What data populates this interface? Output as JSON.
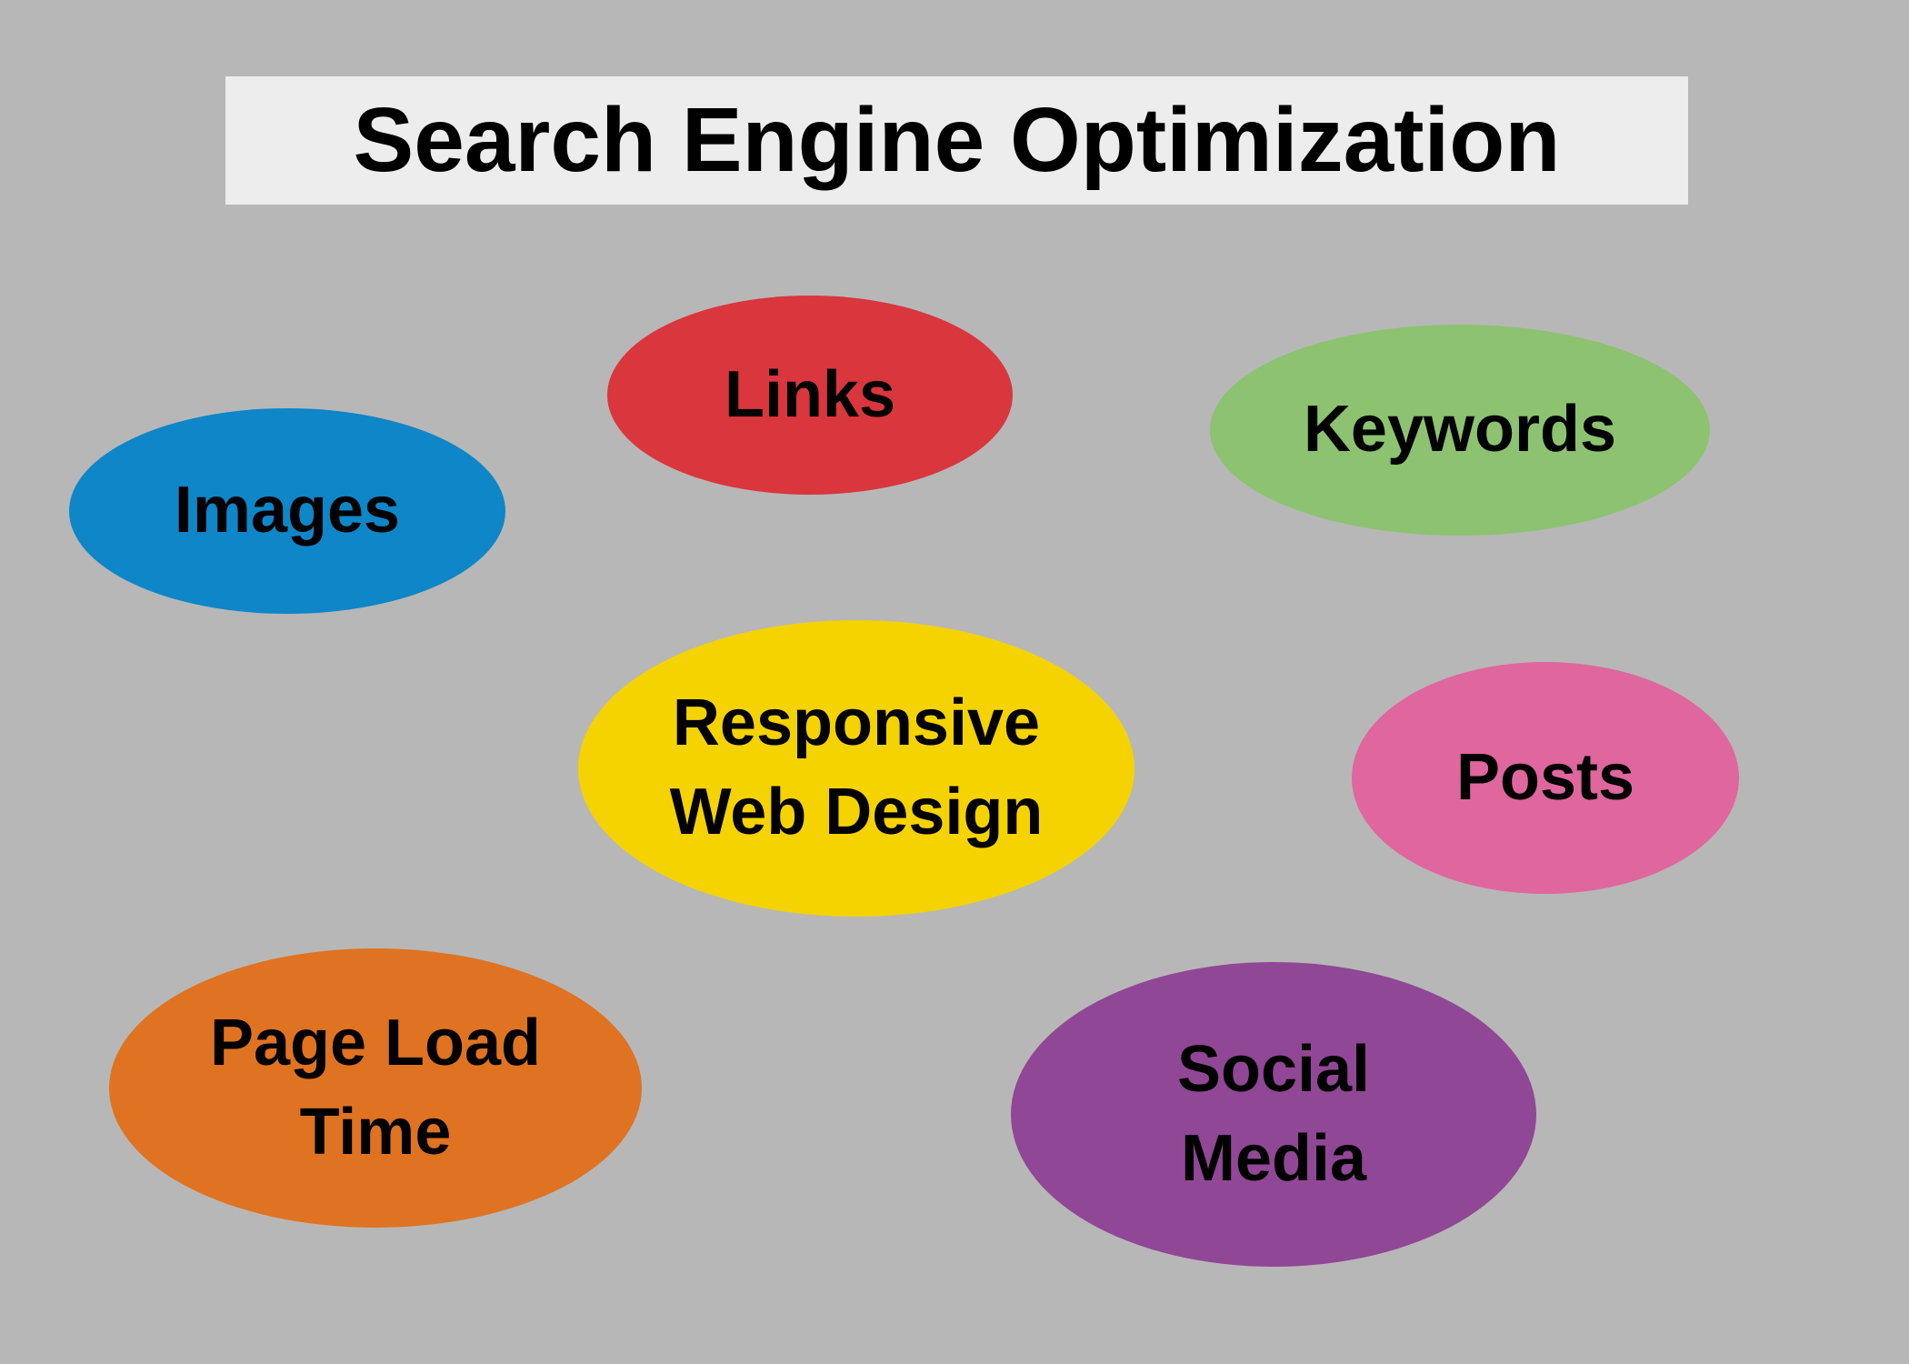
{
  "title": "Search Engine Optimization",
  "colors": {
    "background": "#B7B7B7",
    "title_bar": "#EDEDED",
    "text": "#000000"
  },
  "bubbles": {
    "images": {
      "label_lines": [
        "Images"
      ],
      "color": "#0E86C8"
    },
    "links": {
      "label_lines": [
        "Links"
      ],
      "color": "#D9363E"
    },
    "keywords": {
      "label_lines": [
        "Keywords"
      ],
      "color": "#8DC271"
    },
    "responsive_web_design": {
      "label_lines": [
        "Responsive",
        "Web Design"
      ],
      "color": "#F5D300"
    },
    "posts": {
      "label_lines": [
        "Posts"
      ],
      "color": "#DF679D"
    },
    "page_load_time": {
      "label_lines": [
        "Page Load",
        "Time"
      ],
      "color": "#DF7322"
    },
    "social_media": {
      "label_lines": [
        "Social",
        "Media"
      ],
      "color": "#904795"
    }
  }
}
